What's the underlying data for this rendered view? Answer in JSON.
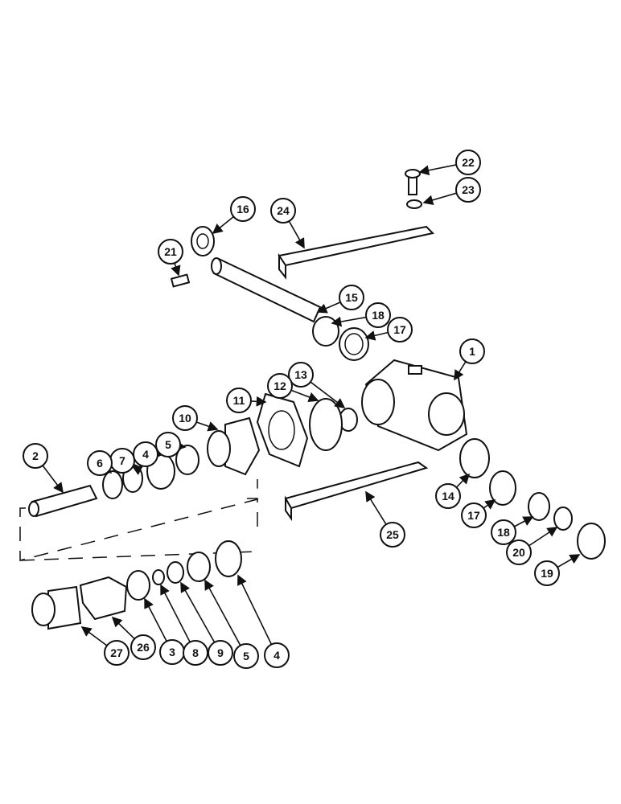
{
  "diagram": {
    "type": "exploded parts diagram",
    "callouts": [
      "22",
      "23",
      "24",
      "16",
      "21",
      "15",
      "18",
      "17",
      "1",
      "13",
      "12",
      "11",
      "10",
      "5",
      "4",
      "7",
      "6",
      "2",
      "14",
      "17",
      "25",
      "18",
      "20",
      "19",
      "27",
      "26",
      "3",
      "8",
      "9",
      "5",
      "4"
    ]
  }
}
